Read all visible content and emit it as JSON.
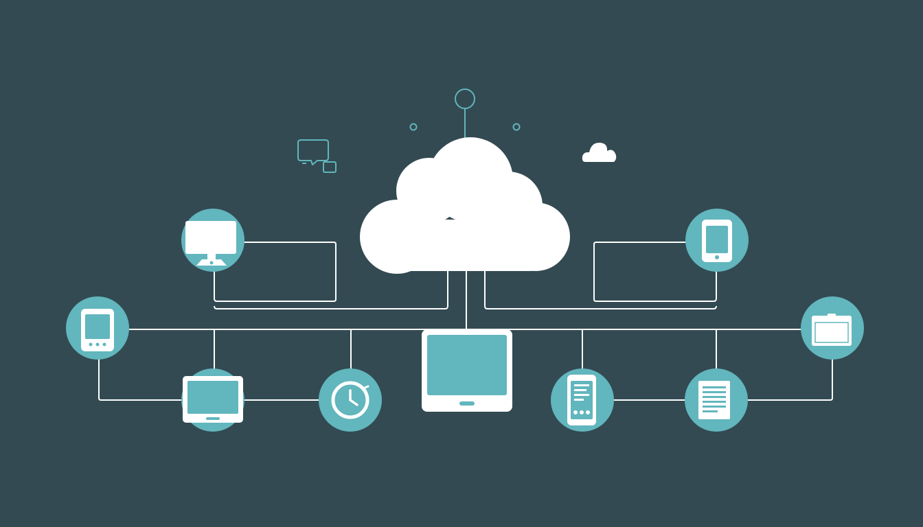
{
  "colors": {
    "background": "#334a52",
    "accent": "#62b6bd",
    "line": "#ffffff",
    "cloud": "#ffffff"
  },
  "diagram": {
    "hub": {
      "icon": "cloud-icon"
    },
    "center_device": {
      "icon": "tablet-icon"
    },
    "nodes": [
      {
        "id": "monitor",
        "icon": "monitor-icon"
      },
      {
        "id": "tablet-top-right",
        "icon": "tablet-icon"
      },
      {
        "id": "phone-left",
        "icon": "smartphone-icon"
      },
      {
        "id": "laptop",
        "icon": "laptop-icon"
      },
      {
        "id": "clock",
        "icon": "clock-icon"
      },
      {
        "id": "phone-app",
        "icon": "mobile-app-icon"
      },
      {
        "id": "document",
        "icon": "document-icon"
      },
      {
        "id": "window",
        "icon": "window-icon"
      }
    ],
    "decorations": [
      {
        "icon": "antenna-icon"
      },
      {
        "icon": "chat-bubbles-icon"
      },
      {
        "icon": "small-cloud-icon"
      }
    ]
  }
}
